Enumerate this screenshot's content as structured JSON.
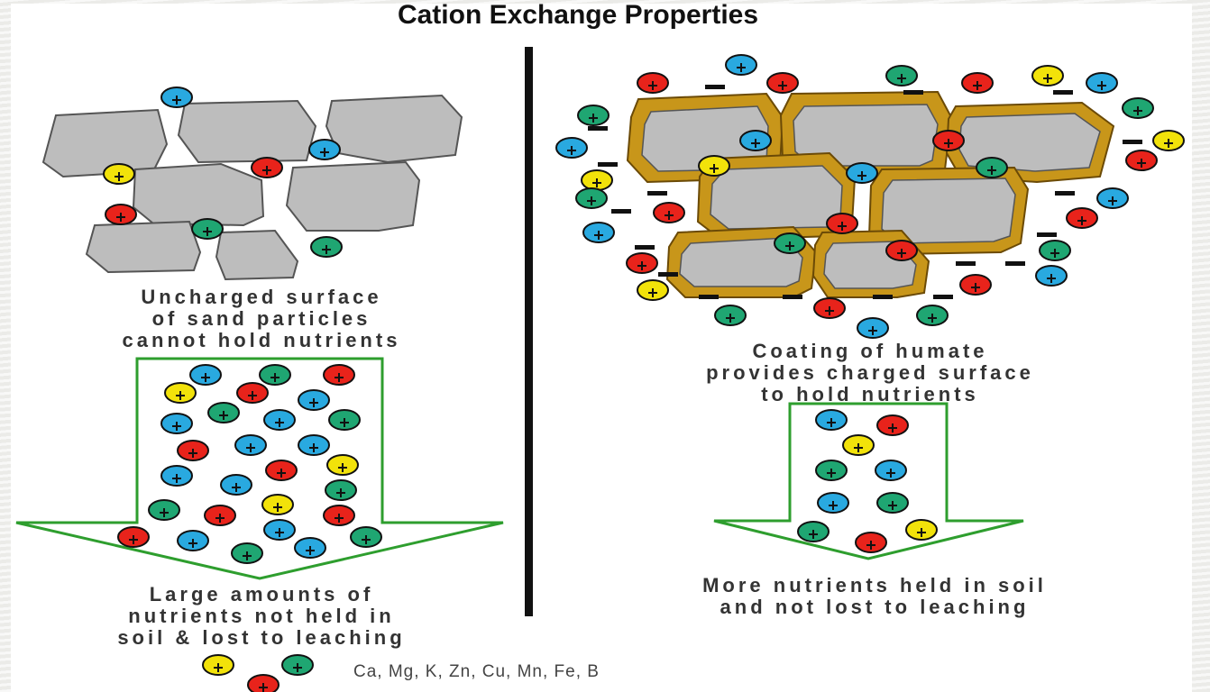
{
  "title": "Cation Exchange Properties",
  "left_caption": "Uncharged surface\nof sand particles\ncannot hold nutrients",
  "left_bottom_caption": "Large amounts of\nnutrients not held in\nsoil & lost to leaching",
  "right_caption": "Coating of humate\nprovides charged surface\nto hold nutrients",
  "right_bottom_caption": "More nutrients held in soil\nand not lost to leaching",
  "legend_text": "Ca, Mg, K, Zn, Cu, Mn, Fe, B",
  "colors": {
    "particle_fill": "#bdbdbd",
    "particle_stroke": "#555555",
    "humate_coat": "#b8860b",
    "humate_inner": "#d8a82a",
    "arrow_green": "#2e9e2e",
    "divider": "#111111",
    "ion_red": "#e8231b",
    "ion_blue": "#29a9e0",
    "ion_green": "#1fa672",
    "ion_yellow": "#f2e20a"
  }
}
